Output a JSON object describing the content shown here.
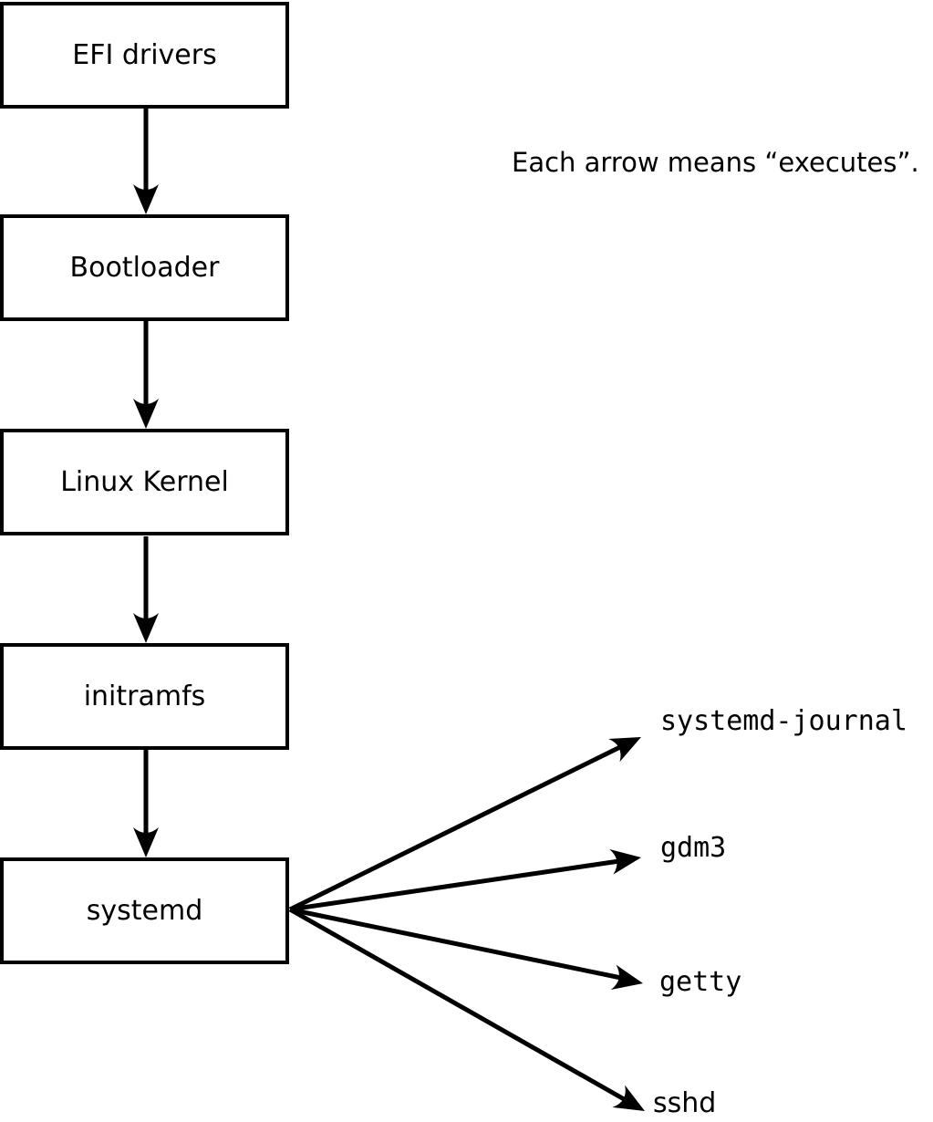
{
  "note": {
    "text": "Each arrow means “executes”."
  },
  "boxes": [
    {
      "label": "EFI drivers"
    },
    {
      "label": "Bootloader"
    },
    {
      "label": "Linux Kernel"
    },
    {
      "label": "initramfs"
    },
    {
      "label": "systemd"
    }
  ],
  "processes": [
    {
      "label": "systemd-journal"
    },
    {
      "label": "gdm3"
    },
    {
      "label": "getty"
    },
    {
      "label": "sshd"
    }
  ],
  "colors": {
    "stroke": "#000000",
    "background": "#ffffff",
    "box_fill": "#ffffff"
  }
}
